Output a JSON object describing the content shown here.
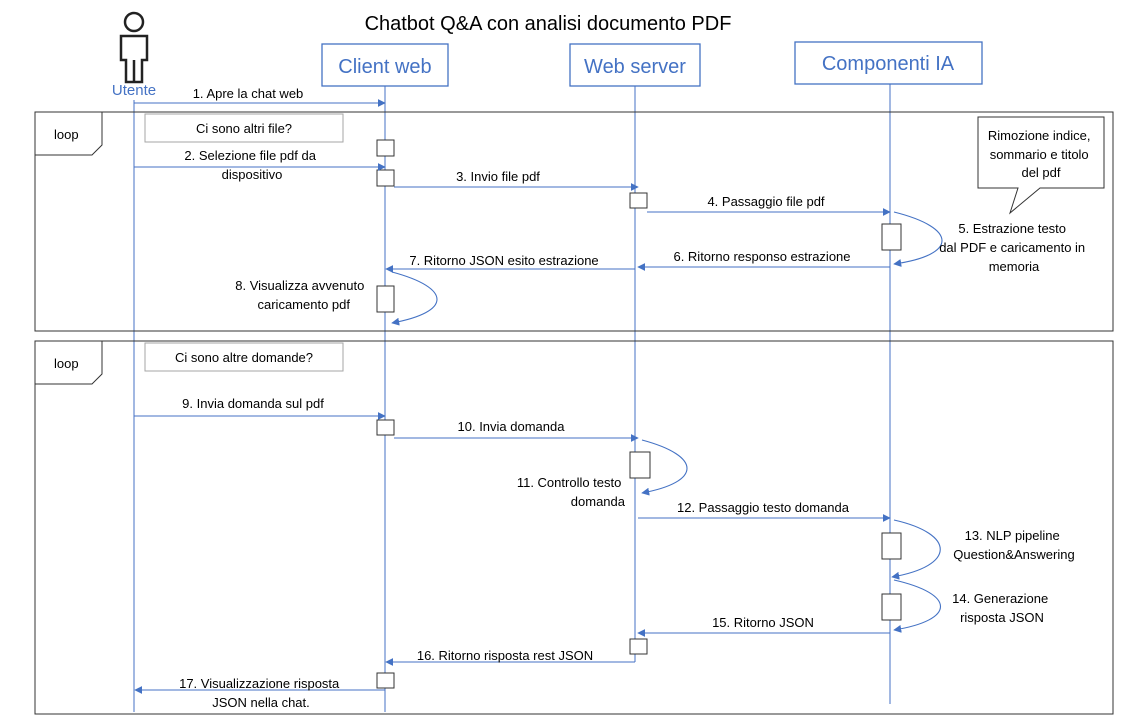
{
  "title": "Chatbot Q&A con analisi documento PDF",
  "actor": {
    "name": "Utente",
    "icon": "person-icon"
  },
  "participants": [
    {
      "id": "client",
      "label": "Client web"
    },
    {
      "id": "server",
      "label": "Web server"
    },
    {
      "id": "ai",
      "label": "Componenti IA"
    }
  ],
  "fragments": [
    {
      "operator": "loop",
      "guard": "Ci sono altri file?"
    },
    {
      "operator": "loop",
      "guard": "Ci sono altre domande?"
    }
  ],
  "note": {
    "lines": [
      "Rimozione indice,",
      "sommario e titolo",
      "del pdf"
    ]
  },
  "messages": [
    {
      "id": "m1",
      "lines": [
        "1. Apre la chat web"
      ]
    },
    {
      "id": "m2",
      "lines": [
        "2. Selezione file pdf da",
        "dispositivo"
      ]
    },
    {
      "id": "m3",
      "lines": [
        "3. Invio file pdf"
      ]
    },
    {
      "id": "m4",
      "lines": [
        "4. Passaggio file pdf"
      ]
    },
    {
      "id": "m5",
      "lines": [
        "5. Estrazione testo",
        "dal PDF e caricamento in",
        "memoria"
      ]
    },
    {
      "id": "m6",
      "lines": [
        "6. Ritorno responso estrazione"
      ]
    },
    {
      "id": "m7",
      "lines": [
        "7. Ritorno JSON esito estrazione"
      ]
    },
    {
      "id": "m8",
      "lines": [
        "8. Visualizza avvenuto",
        "caricamento pdf"
      ]
    },
    {
      "id": "m9",
      "lines": [
        "9. Invia domanda sul pdf"
      ]
    },
    {
      "id": "m10",
      "lines": [
        "10. Invia domanda"
      ]
    },
    {
      "id": "m11",
      "lines": [
        "11. Controllo testo",
        "domanda"
      ]
    },
    {
      "id": "m12",
      "lines": [
        "12. Passaggio testo domanda"
      ]
    },
    {
      "id": "m13",
      "lines": [
        "13. NLP pipeline",
        "Question&Answering"
      ]
    },
    {
      "id": "m14",
      "lines": [
        "14. Generazione",
        "risposta JSON"
      ]
    },
    {
      "id": "m15",
      "lines": [
        "15. Ritorno JSON"
      ]
    },
    {
      "id": "m16",
      "lines": [
        "16. Ritorno risposta rest JSON"
      ]
    },
    {
      "id": "m17",
      "lines": [
        "17. Visualizzazione risposta",
        "JSON nella chat."
      ]
    }
  ],
  "colors": {
    "accent": "#4472C4",
    "line": "#4472C4",
    "border": "#333333",
    "guard_border": "#A6A6A6"
  }
}
